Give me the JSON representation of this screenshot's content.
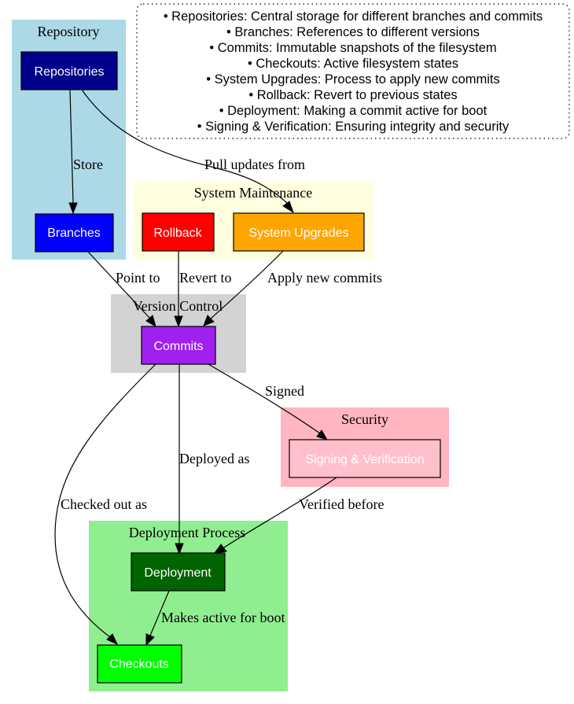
{
  "legend": [
    "• Repositories: Central storage for different branches and commits",
    "• Branches: References to different versions",
    "• Commits: Immutable snapshots of the filesystem",
    "• Checkouts: Active filesystem states",
    "• System Upgrades: Process to apply new commits",
    "• Rollback: Revert to previous states",
    "• Deployment: Making a commit active for boot",
    "• Signing & Verification: Ensuring integrity and security"
  ],
  "clusters": {
    "repository": "Repository",
    "maintenance": "System Maintenance",
    "version_control": "Version Control",
    "security": "Security",
    "deployment": "Deployment Process"
  },
  "nodes": {
    "repositories": "Repositories",
    "branches": "Branches",
    "rollback": "Rollback",
    "system_upgrades": "System Upgrades",
    "commits": "Commits",
    "signing": "Signing & Verification",
    "deployment": "Deployment",
    "checkouts": "Checkouts"
  },
  "edges": {
    "store": "Store",
    "pull_updates": "Pull updates from",
    "point_to": "Point to",
    "revert_to": "Revert to",
    "apply_commits": "Apply new commits",
    "signed": "Signed",
    "deployed_as": "Deployed as",
    "checked_out_as": "Checked out as",
    "verified_before": "Verified before",
    "makes_active": "Makes active for boot"
  },
  "colors": {
    "repository_cluster": "#add8e6",
    "maintenance_cluster": "#ffffe0",
    "version_cluster": "#d3d3d3",
    "security_cluster": "#ffb6c1",
    "deployment_cluster": "#90ee90",
    "repositories": "#00008b",
    "branches": "#0000ff",
    "rollback": "#ff0000",
    "system_upgrades": "#ffa500",
    "commits": "#a020f0",
    "signing": "#ffc0cb",
    "deployment": "#006400",
    "checkouts": "#00ff00"
  }
}
